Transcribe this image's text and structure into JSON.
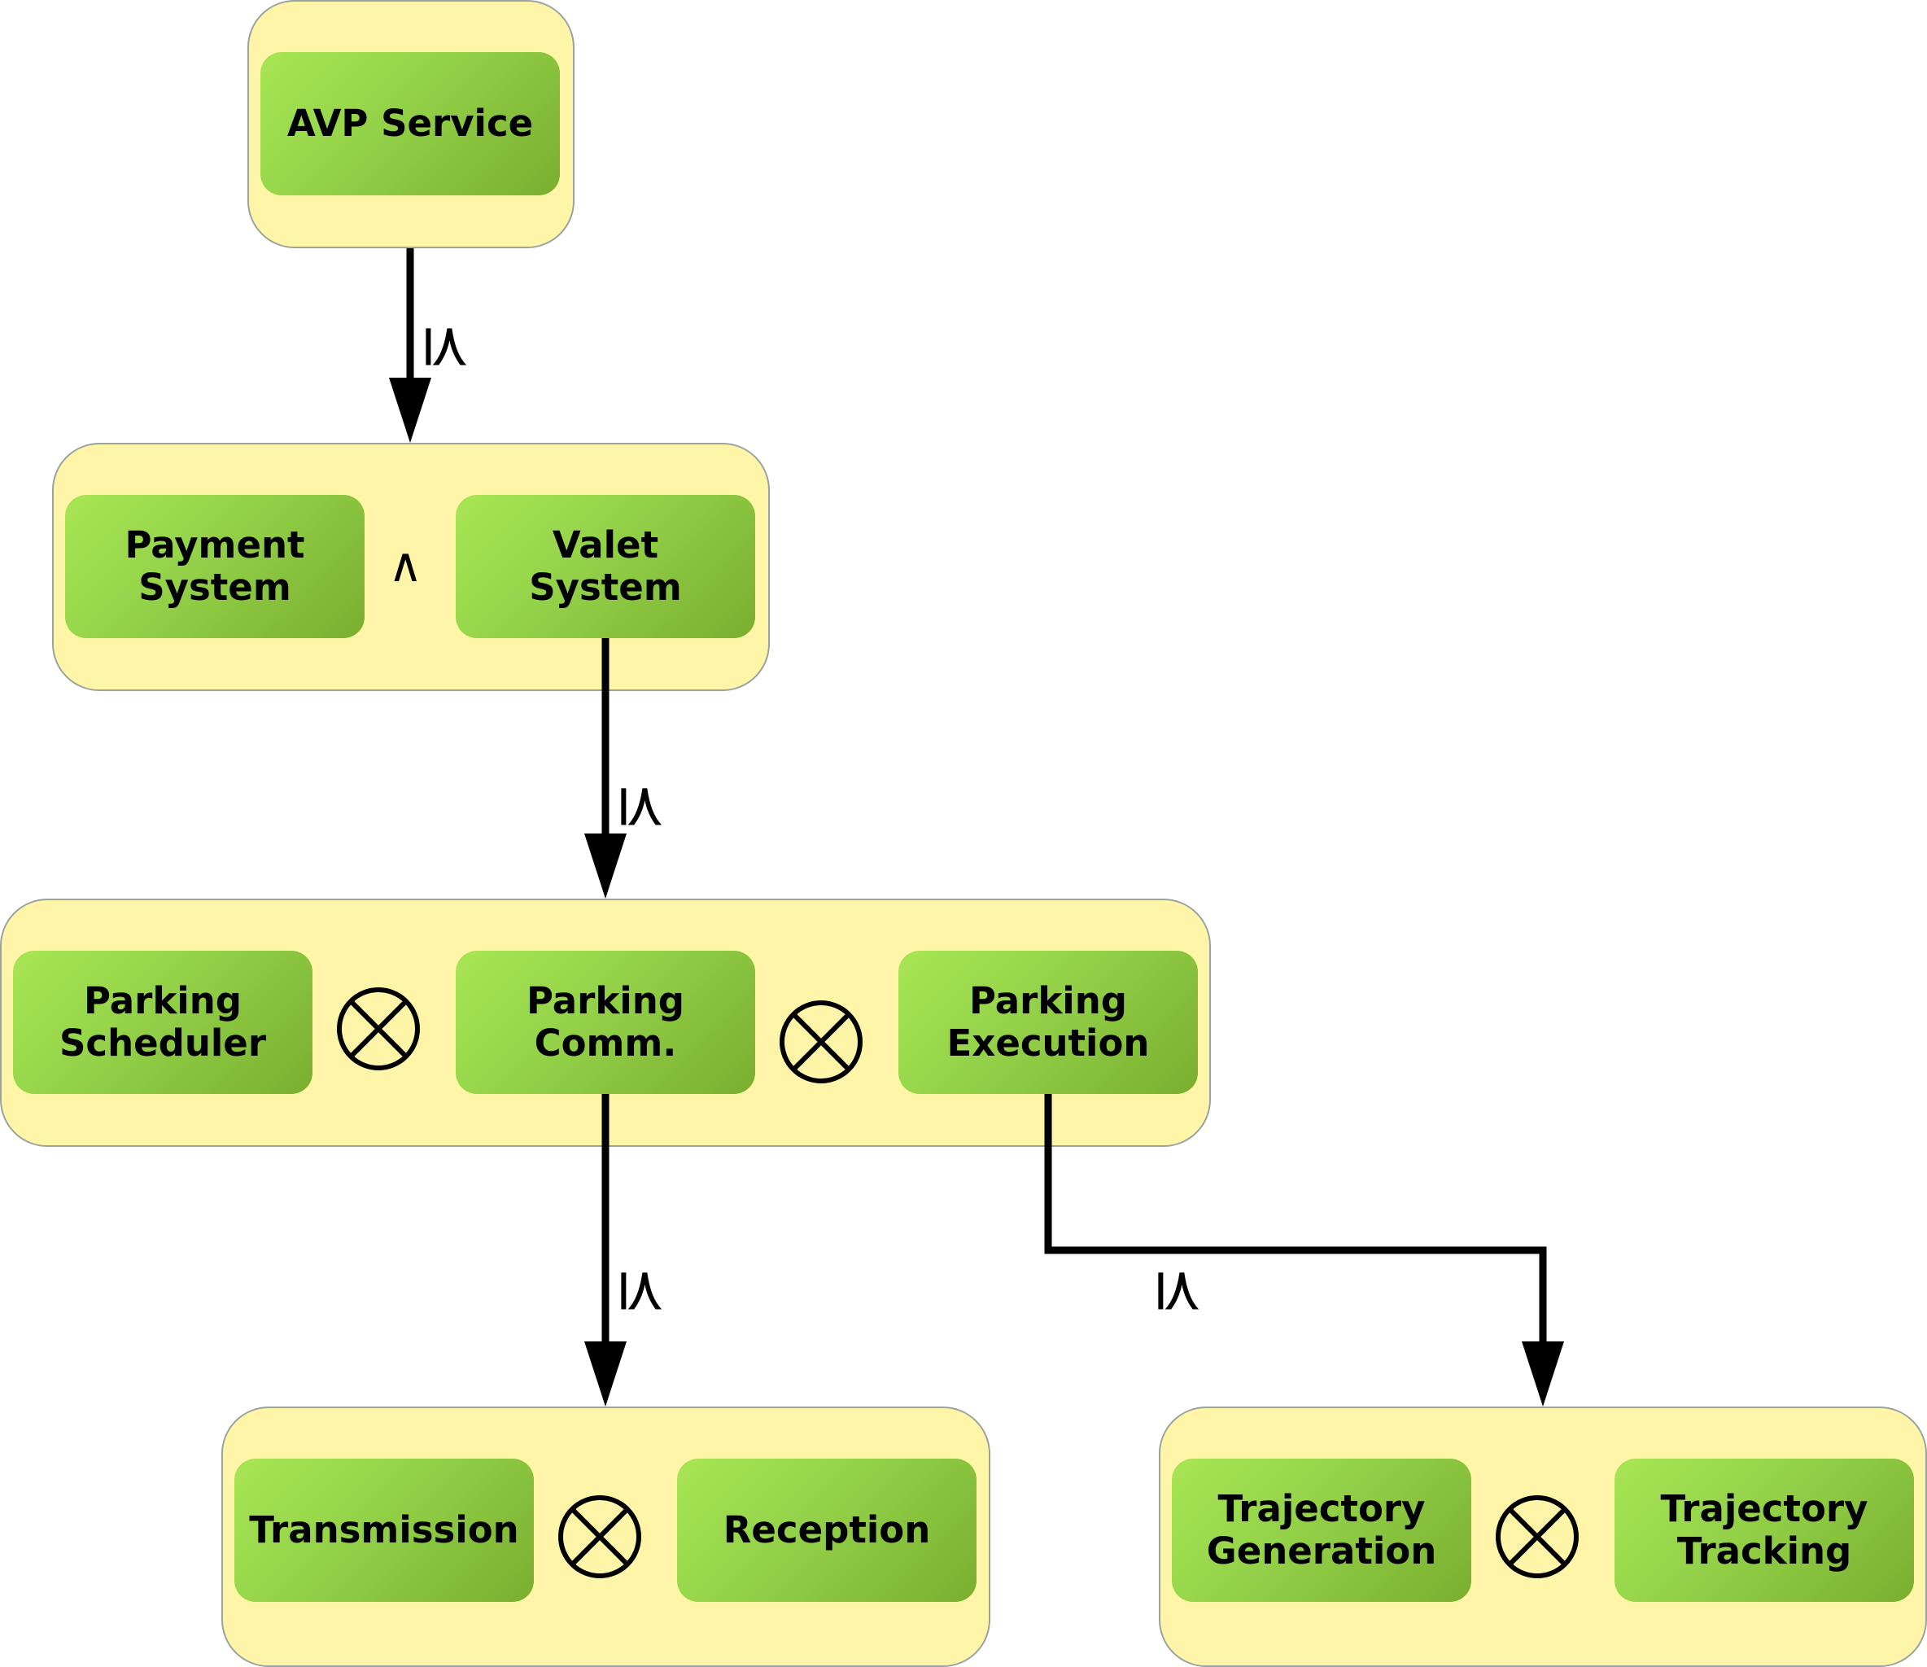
{
  "nodes": {
    "avp_service": "AVP Service",
    "payment_system": "Payment\nSystem",
    "valet_system": "Valet\nSystem",
    "parking_scheduler": "Parking\nScheduler",
    "parking_comm": "Parking\nComm.",
    "parking_execution": "Parking\nExecution",
    "transmission": "Transmission",
    "reception": "Reception",
    "trajectory_generation": "Trajectory\nGeneration",
    "trajectory_tracking": "Trajectory\nTracking"
  },
  "operators": {
    "and": "∧"
  },
  "relations": {
    "refinement": "⪯"
  },
  "colors": {
    "group_fill": "#fff5a9",
    "group_border": "#9aa3a0",
    "node_light": "#a8e655",
    "node_dark": "#7aaf2f",
    "edge": "#000000"
  }
}
